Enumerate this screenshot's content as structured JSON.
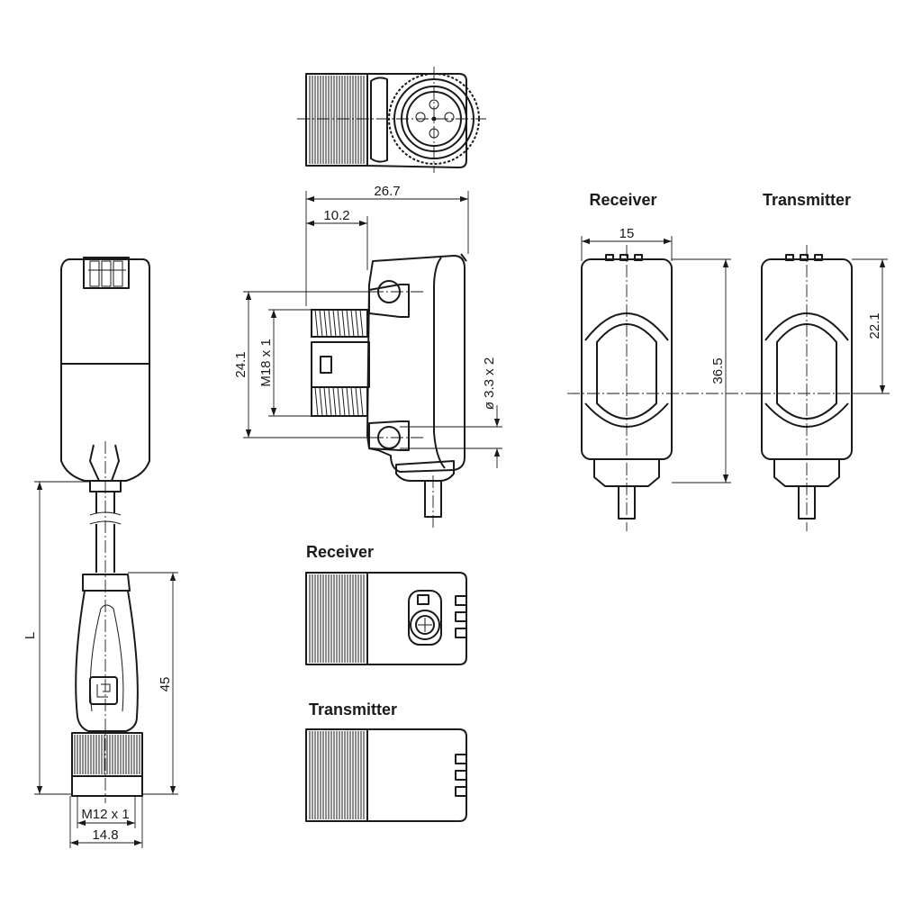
{
  "labels": {
    "receiver_front": "Receiver",
    "transmitter_front": "Transmitter",
    "receiver_rear": "Receiver",
    "transmitter_rear": "Transmitter"
  },
  "dimensions": {
    "length": "L",
    "connector_length": "45",
    "thread_connector": "M12 x 1",
    "connector_width": "14.8",
    "overall_depth": "26.7",
    "thread_length": "10.2",
    "mount_spacing": "24.1",
    "thread_housing": "M18 x 1",
    "mount_hole": "ø 3.3 x 2",
    "front_width": "15",
    "front_height": "36.5",
    "lens_height": "22.1"
  }
}
